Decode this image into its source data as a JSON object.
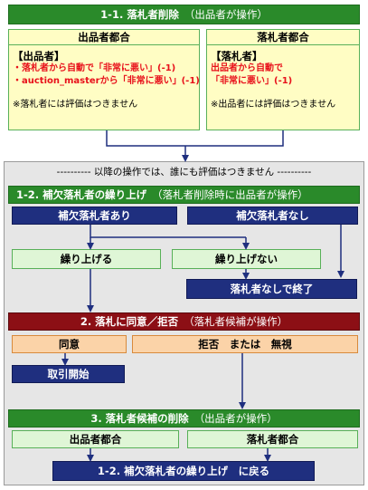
{
  "section1": {
    "title": "1-1. 落札者削除",
    "title_sub": "（出品者が操作）",
    "left": {
      "header": "出品者都合",
      "label": "【出品者】",
      "line1": "・落札者から自動で「非常に悪い」(-1)",
      "line2": "・auction_masterから「非常に悪い」(-1)",
      "note": "※落札者には評価はつきません"
    },
    "right": {
      "header": "落札者都合",
      "label": "【落札者】",
      "line1": "出品者から自動で",
      "line2": "「非常に悪い」(-1)",
      "note": "※出品者には評価はつきません"
    }
  },
  "notice": "---------- 以降の操作では、誰にも評価はつきません ----------",
  "section2": {
    "title": "1-2. 補欠落札者の繰り上げ",
    "title_sub": "（落札者削除時に出品者が操作）",
    "has_backup": "補欠落札者あり",
    "no_backup": "補欠落札者なし",
    "promote": "繰り上げる",
    "no_promote": "繰り上げない",
    "end_no_winner": "落札者なしで終了"
  },
  "section3": {
    "title": "2. 落札に同意／拒否",
    "title_sub": "（落札者候補が操作）",
    "agree": "同意",
    "refuse": "拒否　または　無視",
    "start_trade": "取引開始"
  },
  "section4": {
    "title": "3. 落札者候補の削除",
    "title_sub": "（出品者が操作）",
    "seller_reason": "出品者都合",
    "winner_reason": "落札者都合",
    "return_to": "1-2. 補欠落札者の繰り上げ　に戻る"
  },
  "colors": {
    "green_header": "#2a8a2a",
    "navy": "#1f2f7f",
    "maroon": "#8c0f15",
    "red_text": "#e8101a",
    "yellow_panel": "#fffdc4",
    "light_green": "#dff6d6",
    "orange": "#fbd3a8",
    "gray_area": "#e6e6e6"
  }
}
